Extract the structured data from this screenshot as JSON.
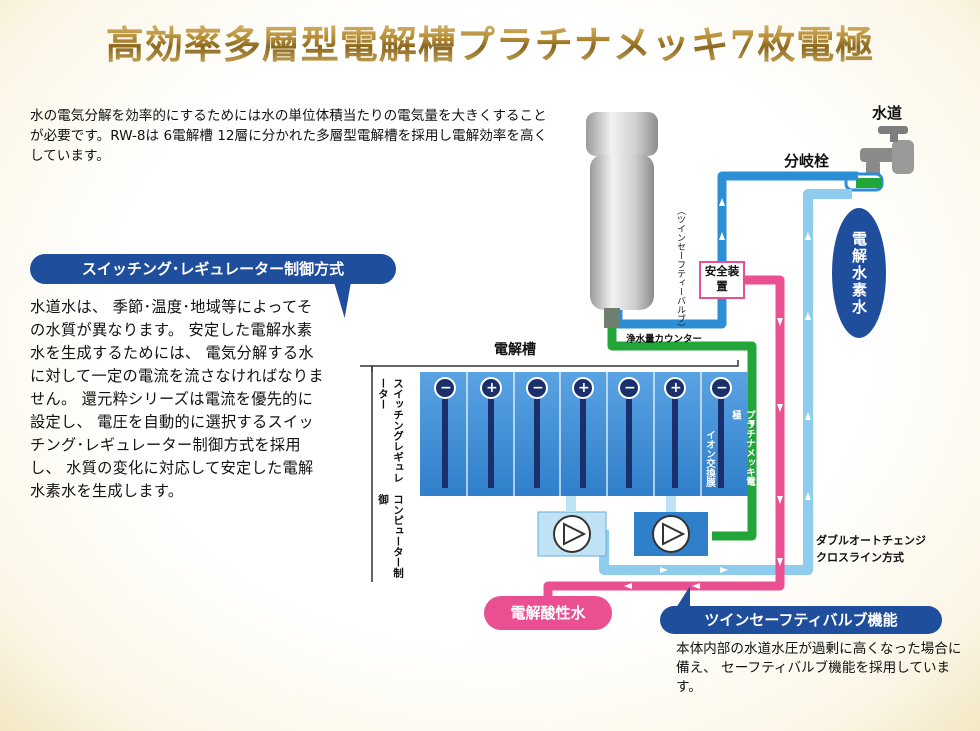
{
  "title": "高効率多層型電解槽プラチナメッキ7枚電極",
  "intro": "水の電気分解を効率的にするためには水の単位体積当たりの電気量を大きくすることが必要です。RW-8は 6電解槽 12層に分かれた多層型電解槽を採用し電解効率を高くしています。",
  "switching": {
    "label": "スイッチング･レギュレーター制御方式",
    "text": "水道水は、 季節･温度･地域等によってその水質が異なります。 安定した電解水素水を生成するためには、 電気分解する水に対して一定の電流を流さなければなりません。 還元粋シリーズは電流を優先的に設定し、 電圧を自動的に選択するスイッチング･レギュレーター制御方式を採用し、 水質の変化に対応して安定した電解水素水を生成します。"
  },
  "twin_valve": {
    "label": "ツインセーフティバルブ機能",
    "text": "本体内部の水道水圧が過剰に高くなった場合に備え、 セーフティバルブ機能を採用しています。"
  },
  "diagram": {
    "tap": "水道",
    "branch": "分岐栓",
    "hydrogen_water": "電解水素水",
    "acidic_water": "電解酸性水",
    "safety_device": "安全装置",
    "twin_valve_note": "（ツインセーフティーバルブ）",
    "flow_counter": "浄水量カウンター",
    "cell": "電解槽",
    "switching_regulator": "スイッチングレギュレーター",
    "computer_control": "コンピューター制御",
    "platinum_electrode": "プラチナメッキ電極",
    "ion_membrane": "イオン交換膜",
    "double_auto": "ダブルオートチェンジ",
    "crossline": "クロスライン方式",
    "electrode_signs": [
      "−",
      "+",
      "−",
      "+",
      "−",
      "+",
      "−"
    ]
  },
  "colors": {
    "blue_pipe": "#2c8fd6",
    "light_blue_pipe": "#8fcdef",
    "pink_pipe": "#ea4f92",
    "green_pipe": "#22a63a",
    "cell_blue": "#3d8fd8",
    "label_navy": "#1f4e9c",
    "title_gold": "#b8953f"
  }
}
